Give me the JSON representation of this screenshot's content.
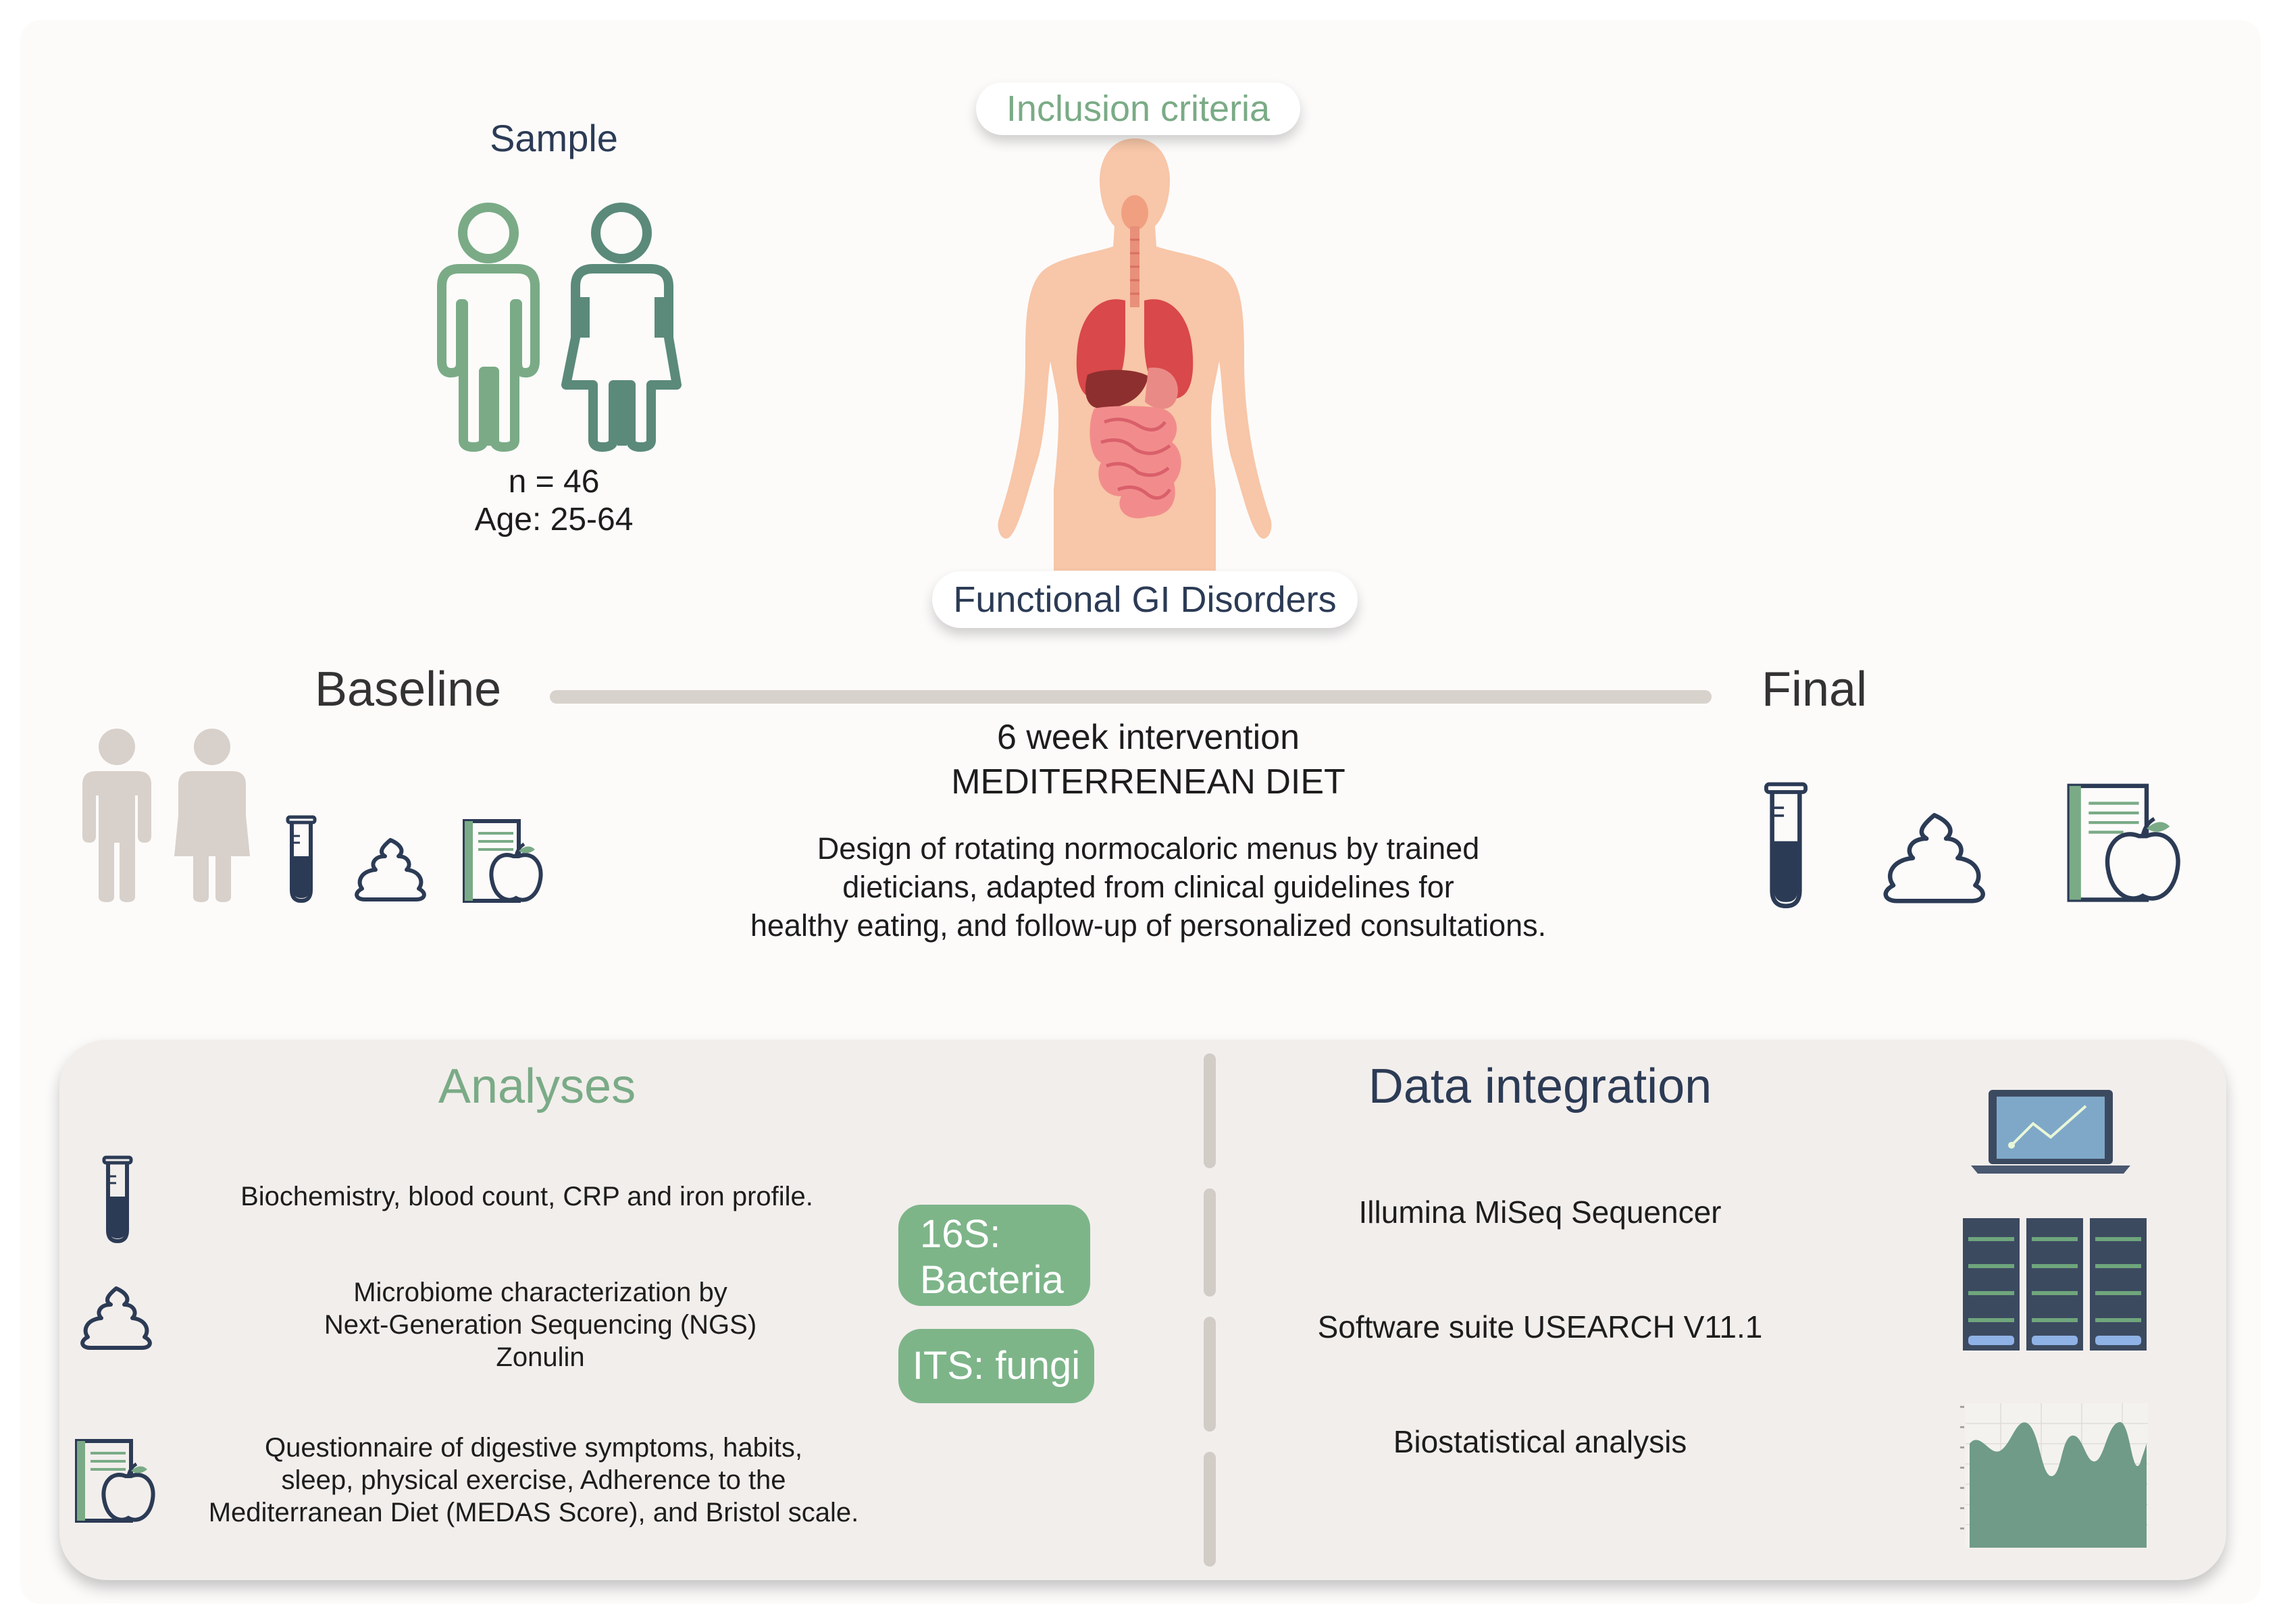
{
  "top": {
    "sample_label": "Sample",
    "sample_n": "n = 46",
    "sample_age": "Age: 25-64",
    "inclusion_label": "Inclusion criteria",
    "disorders_label": "Functional GI Disorders"
  },
  "timeline": {
    "baseline_label": "Baseline",
    "final_label": "Final",
    "intervention_line1": "6 week intervention",
    "intervention_line2": "MEDITERRENEAN DIET",
    "description": [
      "Design of rotating normocaloric menus by trained",
      "dieticians, adapted from clinical guidelines for",
      "healthy eating, and follow-up of personalized consultations."
    ]
  },
  "analyses": {
    "title": "Analyses",
    "item1": "Biochemistry, blood count, CRP and iron profile.",
    "item2": [
      "Microbiome characterization by",
      "Next-Generation Sequencing (NGS)",
      "Zonulin"
    ],
    "item3": [
      "Questionnaire of digestive symptoms, habits,",
      "sleep, physical exercise, Adherence to the",
      "Mediterranean Diet (MEDAS Score), and Bristol scale."
    ],
    "badge_16s": [
      "16S:",
      "Bacteria"
    ],
    "badge_its": "ITS: fungi"
  },
  "data_integration": {
    "title": "Data integration",
    "item1": "Illumina MiSeq Sequencer",
    "item2": "Software suite USEARCH V11.1",
    "item3": "Biostatistical analysis"
  },
  "icons": [
    "male-figure-icon",
    "female-figure-icon",
    "human-body-organs-icon",
    "test-tube-icon",
    "stool-icon",
    "questionnaire-apple-icon",
    "laptop-chart-icon",
    "server-rack-icon",
    "area-chart-icon"
  ],
  "colors": {
    "green": "#7aab86",
    "navy": "#2c3b55",
    "badge": "#7db589",
    "panel": "#f2eeec",
    "timeline": "#d8d2cc"
  }
}
